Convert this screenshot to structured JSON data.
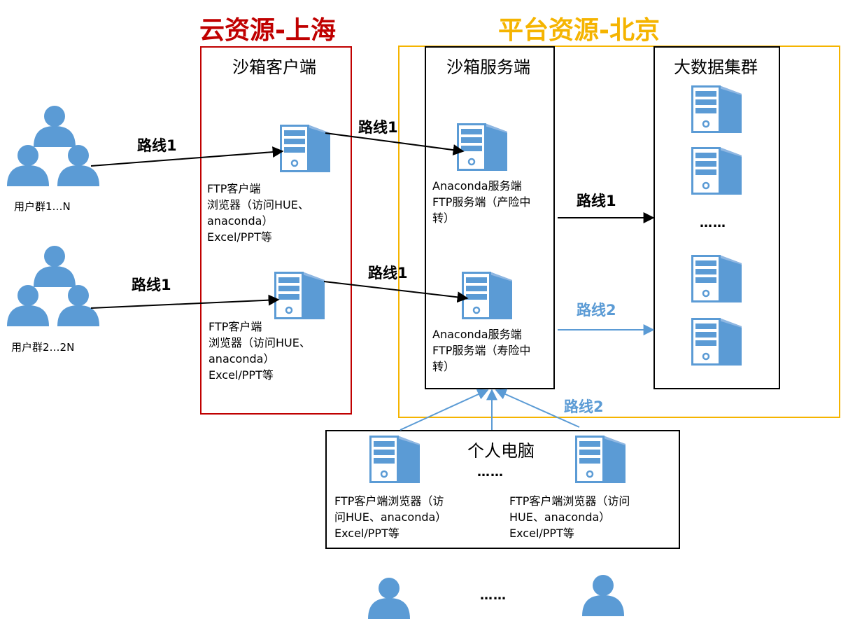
{
  "colors": {
    "cloud": "#c00000",
    "platform": "#f5b400",
    "icon_blue": "#5b9bd5",
    "route1": "#000000",
    "route2": "#5b9bd5"
  },
  "regions": {
    "cloud_title": "云资源-上海",
    "platform_title": "平台资源-北京"
  },
  "panels": {
    "sandbox_client": "沙箱客户端",
    "sandbox_server": "沙箱服务端",
    "bigdata": "大数据集群",
    "pc": "个人电脑"
  },
  "users": {
    "group1": "用户群1…N",
    "group2": "用户群2…2N"
  },
  "client": {
    "desc1": "FTP客户端\n浏览器（访问HUE、\nanaconda）\nExcel/PPT等",
    "desc2": "FTP客户端\n浏览器（访问HUE、\nanaconda）\nExcel/PPT等"
  },
  "server": {
    "desc1": "Anaconda服务端\nFTP服务端（产险中\n转）",
    "desc2": "Anaconda服务端\nFTP服务端（寿险中\n转）"
  },
  "pc": {
    "desc_left": "FTP客户端浏览器（访\n问HUE、anaconda）\nExcel/PPT等",
    "desc_right": "FTP客户端浏览器（访问\nHUE、anaconda）\nExcel/PPT等",
    "ellipsis": "……"
  },
  "bigdata_ellipsis": "……",
  "bottom_ellipsis": "……",
  "routes": {
    "r1": "路线1",
    "r2": "路线2"
  },
  "icons": {
    "server": "server-icon",
    "user_group": "user-group-icon",
    "user": "user-icon"
  }
}
